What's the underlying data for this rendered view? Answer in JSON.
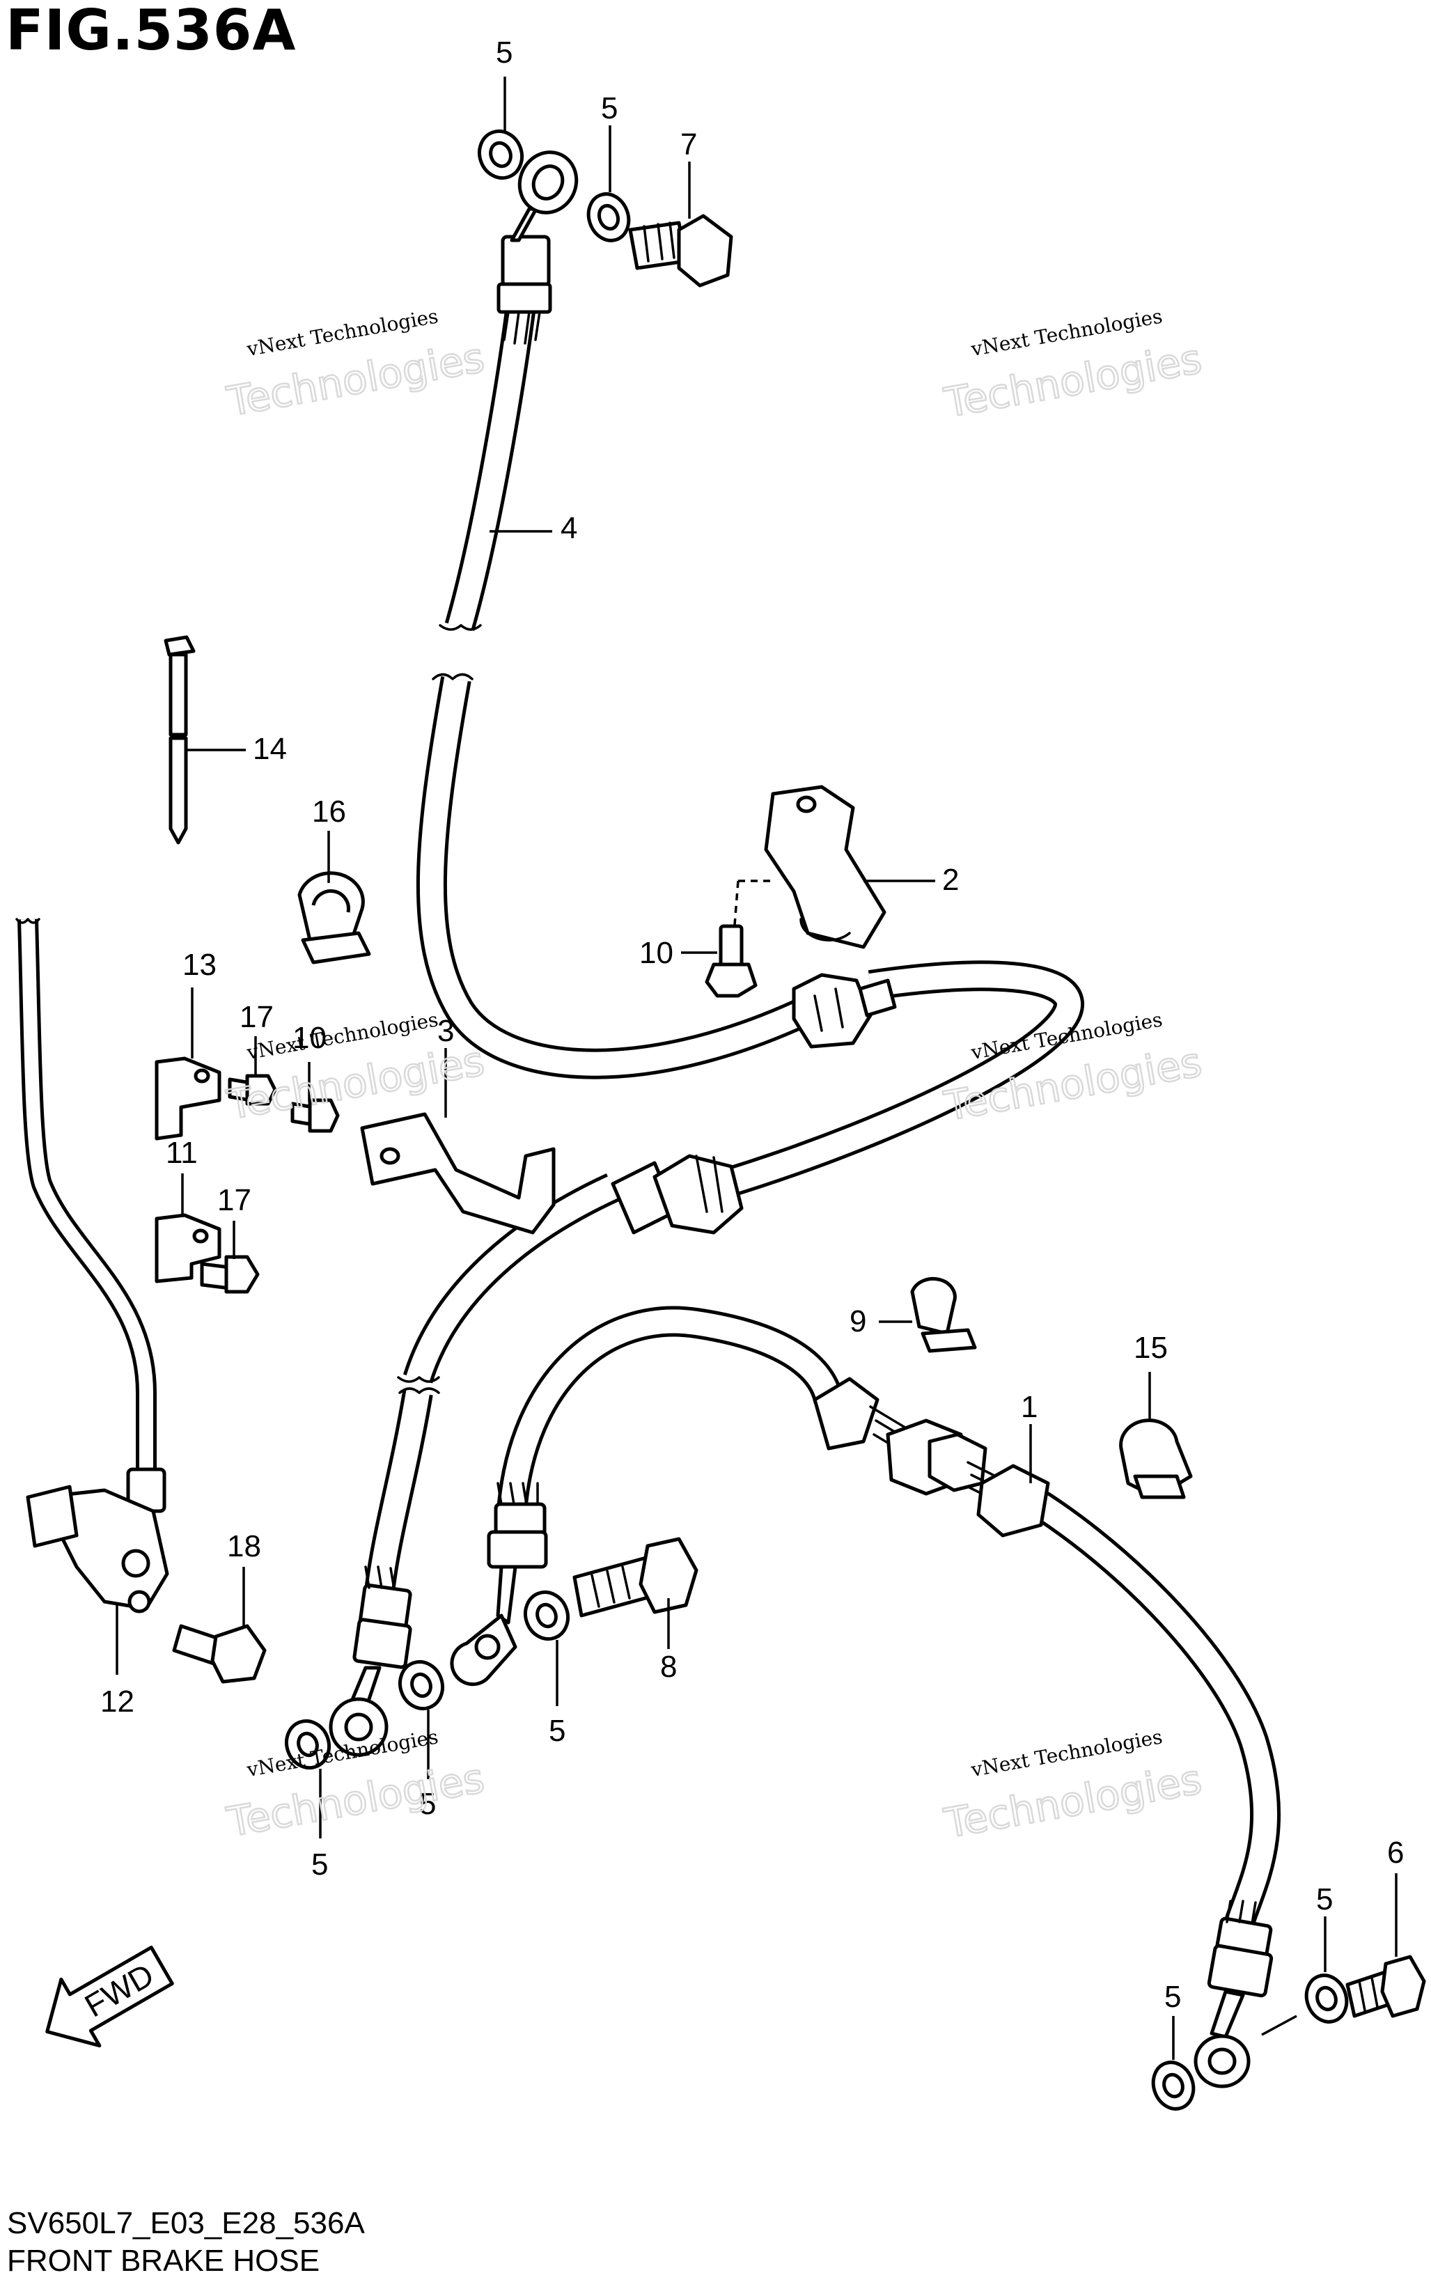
{
  "figure": {
    "title": "FIG.536A",
    "code": "SV650L7_E03_E28_536A",
    "name": "FRONT BRAKE HOSE"
  },
  "direction_badge": {
    "label": "FWD",
    "icon": "fwd-arrow-icon"
  },
  "watermark": {
    "line1": "vNext Technologies",
    "line2": "Technologies"
  },
  "callouts": {
    "c5a": "5",
    "c5b": "5",
    "c7": "7",
    "c4": "4",
    "c14": "14",
    "c16": "16",
    "c2": "2",
    "c10a": "10",
    "c13": "13",
    "c17a": "17",
    "c10b": "10",
    "c3": "3",
    "c11": "11",
    "c17b": "17",
    "c9": "9",
    "c15": "15",
    "c1": "1",
    "c18": "18",
    "c12": "12",
    "c8": "8",
    "c5c": "5",
    "c5d": "5",
    "c5e": "5",
    "c6": "6",
    "c5f": "5",
    "c5g": "5"
  },
  "colors": {
    "line": "#000000",
    "background": "#ffffff",
    "watermark_outline": "#d9d9d9"
  }
}
